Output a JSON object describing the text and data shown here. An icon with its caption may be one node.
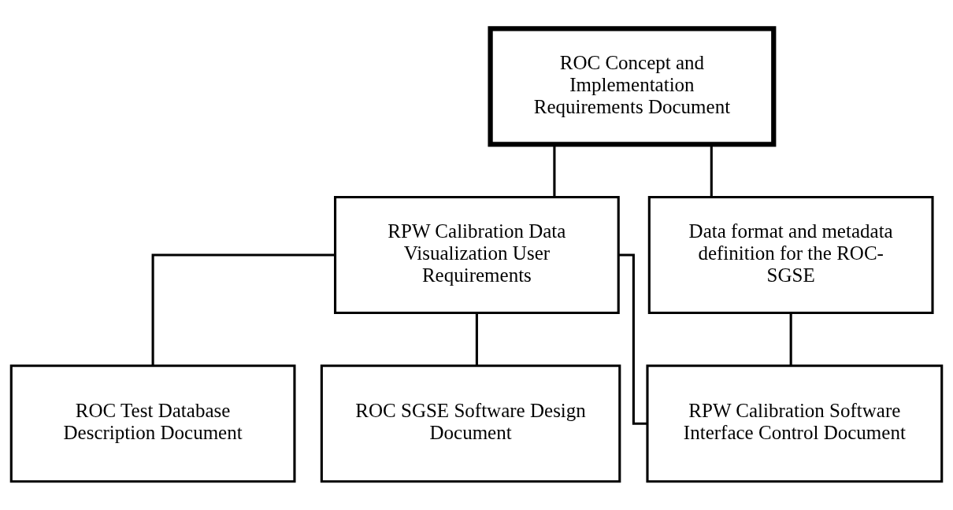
{
  "diagram": {
    "nodes": [
      {
        "text": [
          "ROC Concept and Implementation Requirements Document"
        ]
      },
      {
        "text": [
          "RPW Calibration Data Visualization User Requirements"
        ]
      },
      {
        "text": [
          "Data format and metadata definition for the ROC-SGSE"
        ]
      },
      {
        "text": [
          "ROC Test Database Description Document"
        ]
      },
      {
        "text": [
          "ROC SGSE Software Design Document"
        ]
      },
      {
        "text": [
          "RPW Calibration Software Interface Control Document"
        ]
      }
    ],
    "edges": [
      {
        "from": 0,
        "to": 1,
        "arrow": "none"
      },
      {
        "from": 0,
        "to": 2,
        "arrow": "none"
      },
      {
        "from": 1,
        "to": 3,
        "arrow": "none"
      },
      {
        "from": 1,
        "to": 4,
        "arrow": "none"
      },
      {
        "from": 1,
        "to": 5,
        "arrow": "none"
      },
      {
        "from": 2,
        "to": 5,
        "arrow": "none"
      }
    ]
  }
}
